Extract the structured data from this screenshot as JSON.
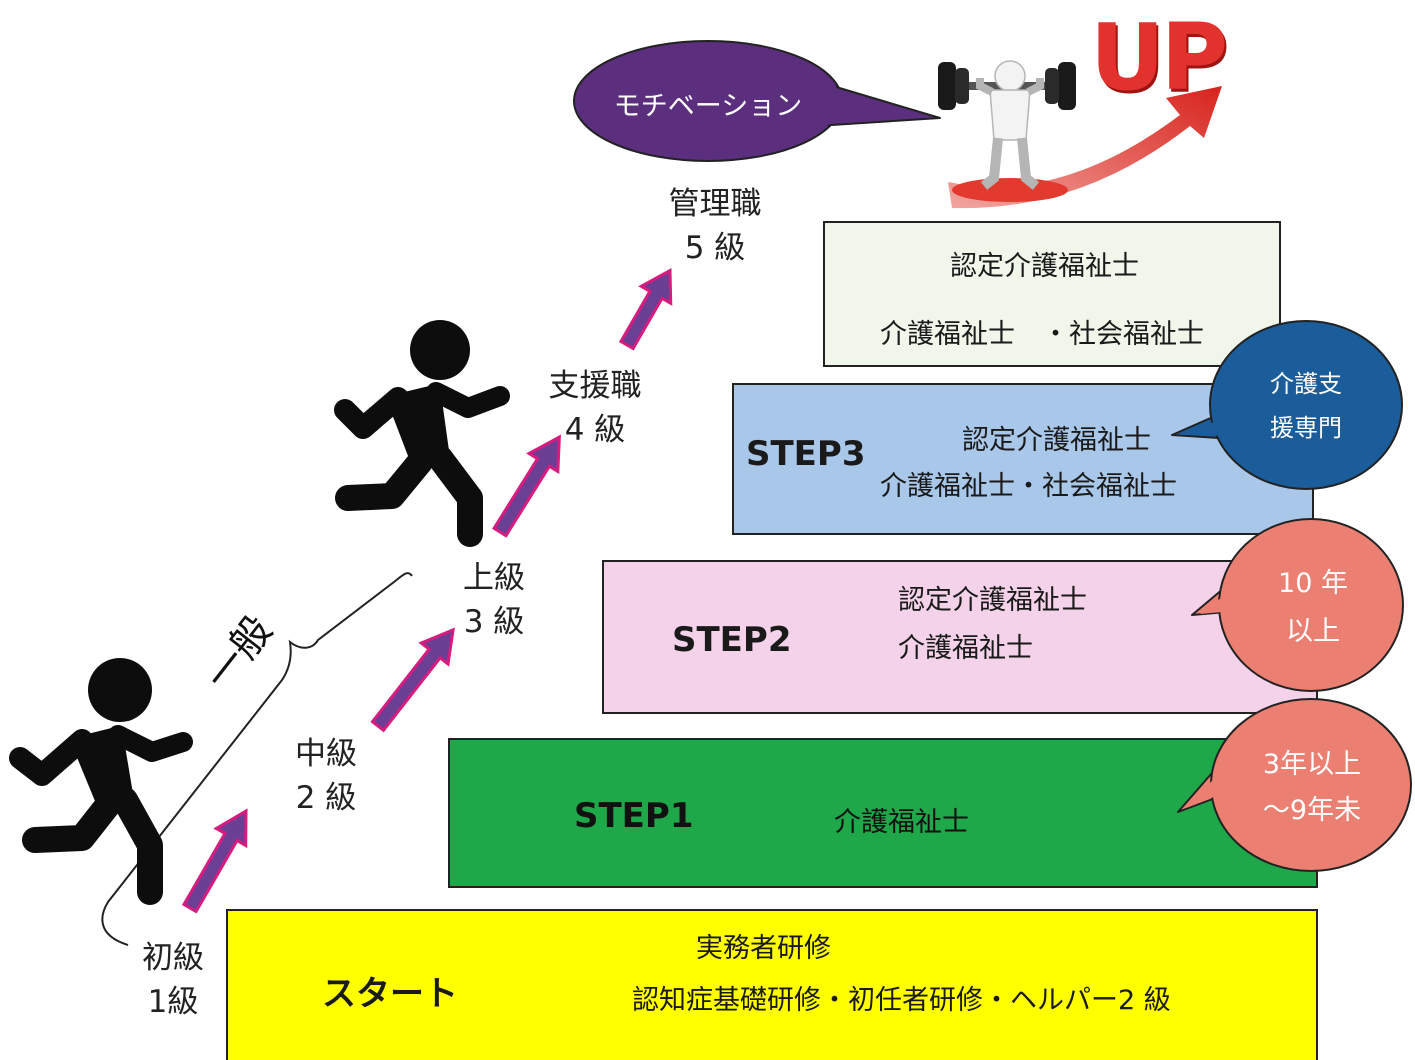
{
  "colors": {
    "start_fill": "#ffff00",
    "step1_fill": "#1fa84a",
    "step2_fill": "#f4d3ea",
    "step3_fill": "#a9c7e9",
    "top_fill": "#f0f6ea",
    "motivation_bubble": "#5c2f7e",
    "step3_bubble": "#1b5c9b",
    "salmon_bubble": "#eb8072",
    "arrow_fill": "#6b3f93",
    "arrow_outline": "#d81b7e",
    "up_red": "#e1322d"
  },
  "levels": {
    "beginner": {
      "name": "初級",
      "grade": "1級"
    },
    "intermediate": {
      "name": "中級",
      "grade": "2 級"
    },
    "advanced": {
      "name": "上級",
      "grade": "3 級"
    },
    "support": {
      "name": "支援職",
      "grade": "4 級"
    },
    "manager": {
      "name": "管理職",
      "grade": "5 級"
    }
  },
  "general_label": "一般",
  "steps": {
    "start": {
      "title": "スタート",
      "line1": "実務者研修",
      "line2": "認知症基礎研修・初任者研修・ヘルパー2 級"
    },
    "step1": {
      "title": "STEP1",
      "line1": "介護福祉士"
    },
    "step2": {
      "title": "STEP2",
      "line1": "認定介護福祉士",
      "line2": "介護福祉士"
    },
    "step3": {
      "title": "STEP3",
      "line1": "認定介護福祉士",
      "line2": "介護福祉士・社会福祉士"
    },
    "top": {
      "line1": "認定介護福祉士",
      "line2": "介護福祉士　・社会福祉士"
    }
  },
  "bubbles": {
    "motivation": "モチベーション",
    "step3_line1": "介護支",
    "step3_line2": "援専門",
    "step2_line1": "10 年",
    "step2_line2": "以上",
    "step1_line1": "3年以上",
    "step1_line2": "～9年未"
  },
  "up_label": "UP"
}
